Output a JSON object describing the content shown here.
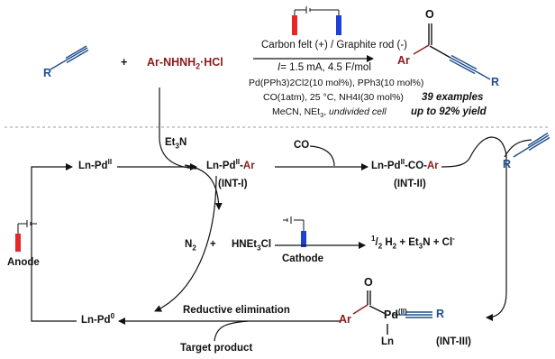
{
  "colors": {
    "ar": "#8B1A1A",
    "r": "#1F4E8C",
    "red": "#E8262A",
    "blue": "#1E3FD8",
    "dash": "#999999"
  },
  "reaction": {
    "r_label": "R",
    "plus": "+",
    "ar_label": "Ar",
    "hydrazine_rest": "-NHNH",
    "hydrazine_sub": "2",
    "hydrazine_salt": "·HCl",
    "cond_line1": "Carbon felt (+) / Graphite rod (-)",
    "cond_line2_i": "I",
    "cond_line2_rest": "= 1.5 mA, 4.5 F/mol",
    "cond_line3": "Pd(PPh3)2Cl2(10 mol%), PPh3(10 mol%)",
    "cond_line4": "CO(1atm), 25 °C, NH4I(30 mol%)",
    "cond_line5_a": "MeCN, NEt",
    "cond_line5_sub": "3",
    "cond_line5_b": ", ",
    "cond_line5_i": "undivided cell",
    "product_ar": "Ar",
    "product_o": "O",
    "product_r": "R",
    "examples": "39 examples",
    "yield": "up to 92% yield"
  },
  "mechanism": {
    "et3n": "Et3N",
    "pd2_a": "Ln-Pd",
    "pd2_sup": "II",
    "int1_a": "Ln-Pd",
    "int1_sup": "II",
    "int1_dash": "-",
    "int1_ar": "Ar",
    "int1_label": "(INT-I)",
    "co": "CO",
    "int2_a": "Ln-Pd",
    "int2_sup": "II",
    "int2_co": "-CO-",
    "int2_ar": "Ar",
    "int2_label": "(INT-II)",
    "r_alkyne": "R",
    "anode": "Anode",
    "n2": "N2",
    "n2_plus": "+",
    "hnet3cl": "HNEt3Cl",
    "cathode": "Cathode",
    "cath_products": "1/2 H2 + Et3N + Cl-",
    "pd0_a": "Ln-Pd",
    "pd0_sup": "0",
    "red_elim": "Reductive elimination",
    "target": "Target product",
    "int3_ar": "Ar",
    "int3_o": "O",
    "int3_pd": "Pd",
    "int3_pd_sup": "(II)",
    "int3_r": "R",
    "int3_ln": "Ln",
    "int3_label": "(INT-III)"
  }
}
